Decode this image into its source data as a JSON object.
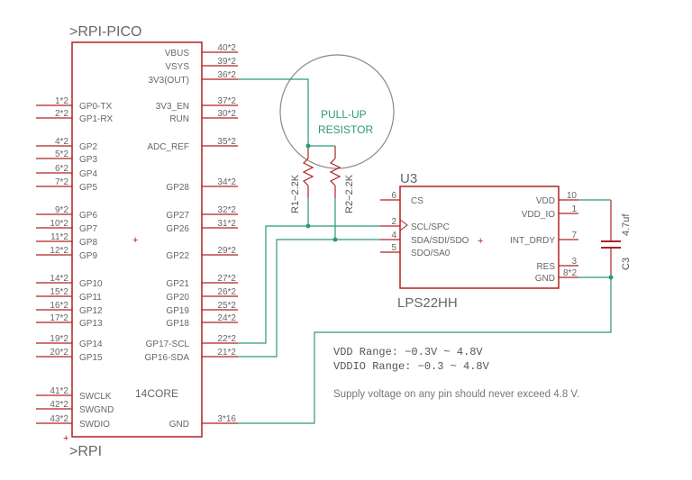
{
  "pico": {
    "name": ">RPI-PICO",
    "value": ">RPI",
    "core": "14CORE",
    "left_pins": [
      {
        "num": "1*2",
        "name": "GP0-TX"
      },
      {
        "num": "2*2",
        "name": "GP1-RX"
      },
      {
        "num": "4*2",
        "name": "GP2"
      },
      {
        "num": "5*2",
        "name": "GP3"
      },
      {
        "num": "6*2",
        "name": "GP4"
      },
      {
        "num": "7*2",
        "name": "GP5"
      },
      {
        "num": "9*2",
        "name": "GP6"
      },
      {
        "num": "10*2",
        "name": "GP7"
      },
      {
        "num": "11*2",
        "name": "GP8"
      },
      {
        "num": "12*2",
        "name": "GP9"
      },
      {
        "num": "14*2",
        "name": "GP10"
      },
      {
        "num": "15*2",
        "name": "GP11"
      },
      {
        "num": "16*2",
        "name": "GP12"
      },
      {
        "num": "17*2",
        "name": "GP13"
      },
      {
        "num": "19*2",
        "name": "GP14"
      },
      {
        "num": "20*2",
        "name": "GP15"
      },
      {
        "num": "41*2",
        "name": "SWCLK"
      },
      {
        "num": "42*2",
        "name": "SWGND"
      },
      {
        "num": "43*2",
        "name": "SWDIO"
      }
    ],
    "right_pins": [
      {
        "num": "40*2",
        "name": "VBUS"
      },
      {
        "num": "39*2",
        "name": "VSYS"
      },
      {
        "num": "36*2",
        "name": "3V3(OUT)"
      },
      {
        "num": "37*2",
        "name": "3V3_EN"
      },
      {
        "num": "30*2",
        "name": "RUN"
      },
      {
        "num": "35*2",
        "name": "ADC_REF"
      },
      {
        "num": "34*2",
        "name": "GP28"
      },
      {
        "num": "32*2",
        "name": "GP27"
      },
      {
        "num": "31*2",
        "name": "GP26"
      },
      {
        "num": "29*2",
        "name": "GP22"
      },
      {
        "num": "27*2",
        "name": "GP21"
      },
      {
        "num": "26*2",
        "name": "GP20"
      },
      {
        "num": "25*2",
        "name": "GP19"
      },
      {
        "num": "24*2",
        "name": "GP18"
      },
      {
        "num": "22*2",
        "name": "GP17-SCL"
      },
      {
        "num": "21*2",
        "name": "GP16-SDA"
      },
      {
        "num": "3*16",
        "name": "GND"
      }
    ]
  },
  "sensor": {
    "name": "U3",
    "value": "LPS22HH",
    "left_pins": [
      {
        "num": "6",
        "name": "CS"
      },
      {
        "num": "2",
        "name": "SCL/SPC"
      },
      {
        "num": "4",
        "name": "SDA/SDI/SDO"
      },
      {
        "num": "5",
        "name": "SDO/SA0"
      }
    ],
    "right_pins": [
      {
        "num": "10",
        "name": "VDD"
      },
      {
        "num": "1",
        "name": "VDD_IO"
      },
      {
        "num": "7",
        "name": "INT_DRDY"
      },
      {
        "num": "3",
        "name": "RES"
      },
      {
        "num": "8*2",
        "name": "GND"
      }
    ]
  },
  "r1": {
    "name": "R1",
    "value": "2.2K"
  },
  "r2": {
    "name": "R2",
    "value": "2.2K"
  },
  "c3": {
    "name": "C3",
    "value": "4.7uf"
  },
  "annotation": "PULL-UP RESISTOR",
  "notes": {
    "vdd": "VDD Range: −0.3V  ~ 4.8V",
    "vddio": "VDDIO Range: −0.3 ~ 4.8V",
    "supply": "Supply voltage on any pin should never exceed 4.8 V."
  }
}
